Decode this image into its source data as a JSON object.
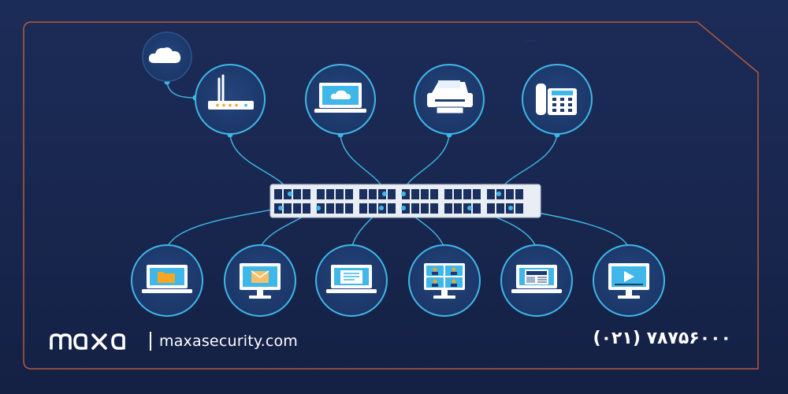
{
  "brand": {
    "logo_text": "maxa",
    "website": "maxasecurity.com",
    "phone": "(۰۲۱) ۷۸۷۵۶۰۰۰"
  },
  "colors": {
    "background": "#1b2a55",
    "node_fill": "#1f3a6e",
    "accent": "#3fb7e8",
    "border": "#c0603a",
    "switch": "#e9eef5"
  },
  "top_devices": [
    {
      "name": "router-icon"
    },
    {
      "name": "cloud-laptop-icon"
    },
    {
      "name": "printer-icon"
    },
    {
      "name": "ip-phone-icon"
    }
  ],
  "bottom_devices": [
    {
      "name": "folder-laptop-icon"
    },
    {
      "name": "email-monitor-icon"
    },
    {
      "name": "document-laptop-icon"
    },
    {
      "name": "video-conference-icon"
    },
    {
      "name": "news-laptop-icon"
    },
    {
      "name": "video-player-icon"
    }
  ],
  "cloud": {
    "name": "cloud-icon"
  }
}
